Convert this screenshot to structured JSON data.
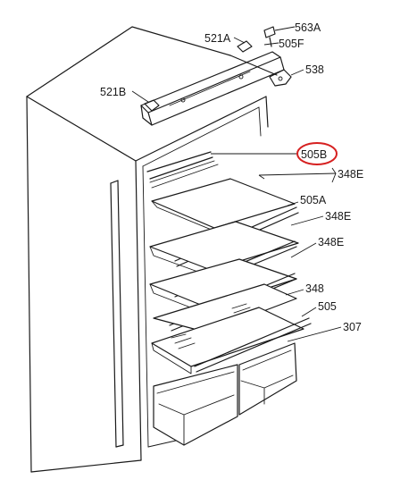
{
  "labels": {
    "l563a": "563A",
    "l521a": "521A",
    "l505f": "505F",
    "l538": "538",
    "l521b": "521B",
    "l505b": "505B",
    "l348e_top": "348E",
    "l505a": "505A",
    "l348e_mid": "348E",
    "l348e_low": "348E",
    "l348": "348",
    "l505": "505",
    "l307": "307"
  },
  "highlight_color": "#d62020"
}
